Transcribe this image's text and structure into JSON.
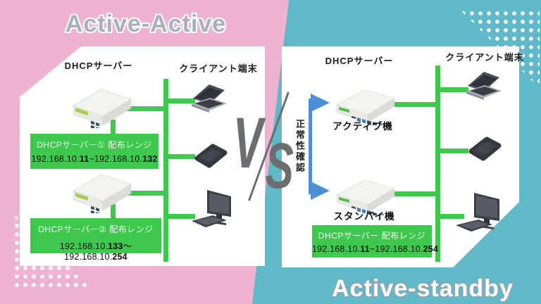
{
  "titles": {
    "left": "Active-Active",
    "right": "Active-standby",
    "vs_v": "V",
    "vs_s": "S"
  },
  "left_panel": {
    "server_header": "DHCPサーバー",
    "client_header": "クライアント端末",
    "range_box_1": {
      "title": "DHCPサーバー① 配布レンジ",
      "ip_prefix": "192.168.10.",
      "ip_start": "11",
      "ip_mid": "~192.168.10.",
      "ip_end": "132"
    },
    "range_box_2": {
      "title": "DHCPサーバー② 配布レンジ",
      "ip_prefix": "192.168.10.",
      "ip_start": "133",
      "ip_mid": "～192.168.10.",
      "ip_end": "254"
    }
  },
  "right_panel": {
    "server_header": "DHCPサーバー",
    "client_header": "クライアント端末",
    "active_label": "アクティブ機",
    "standby_label": "スタンバイ機",
    "health_check_label": "正常性確認",
    "range_box": {
      "title": "DHCPサーバー 配布レンジ",
      "ip_prefix": "192.168.10.",
      "ip_start": "11",
      "ip_mid": "~192.168.10.",
      "ip_end": "254"
    }
  },
  "colors": {
    "pink": "#efb3d2",
    "cyan": "#60b9c8",
    "green": "#3ec94e",
    "blue_arrow": "#4a8fd8",
    "vs_gray": "#6b6e71",
    "title_left_fill": "#a9afbb",
    "title_right_fill": "#ffffff",
    "title_outline": "#9aa2ab"
  }
}
